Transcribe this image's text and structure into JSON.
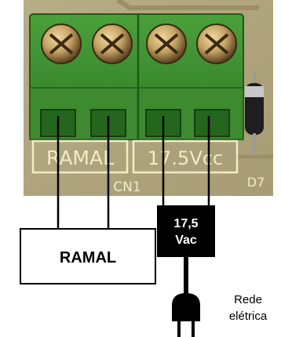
{
  "board": {
    "silkscreen_ramal": "RAMAL",
    "silkscreen_voltage": "17.5Vcc",
    "connector_id": "CN1",
    "diode_id": "D7"
  },
  "diagram": {
    "ramal_box_label": "RAMAL",
    "transformer_label_line1": "17,5",
    "transformer_label_line2": "Vac",
    "mains_label_line1": "Rede",
    "mains_label_line2": "elétrica"
  },
  "colors": {
    "pcb": "#b9b08a",
    "terminal_block": "#3f8f31",
    "terminal_block_dark": "#2b6a22",
    "screw": "#c4a163",
    "silkscreen": "#f1ebc8",
    "wire": "#000000",
    "transformer_fill": "#000000"
  },
  "icons": {
    "screw": "screw-icon",
    "plug": "power-plug-icon",
    "diode": "diode-icon"
  }
}
